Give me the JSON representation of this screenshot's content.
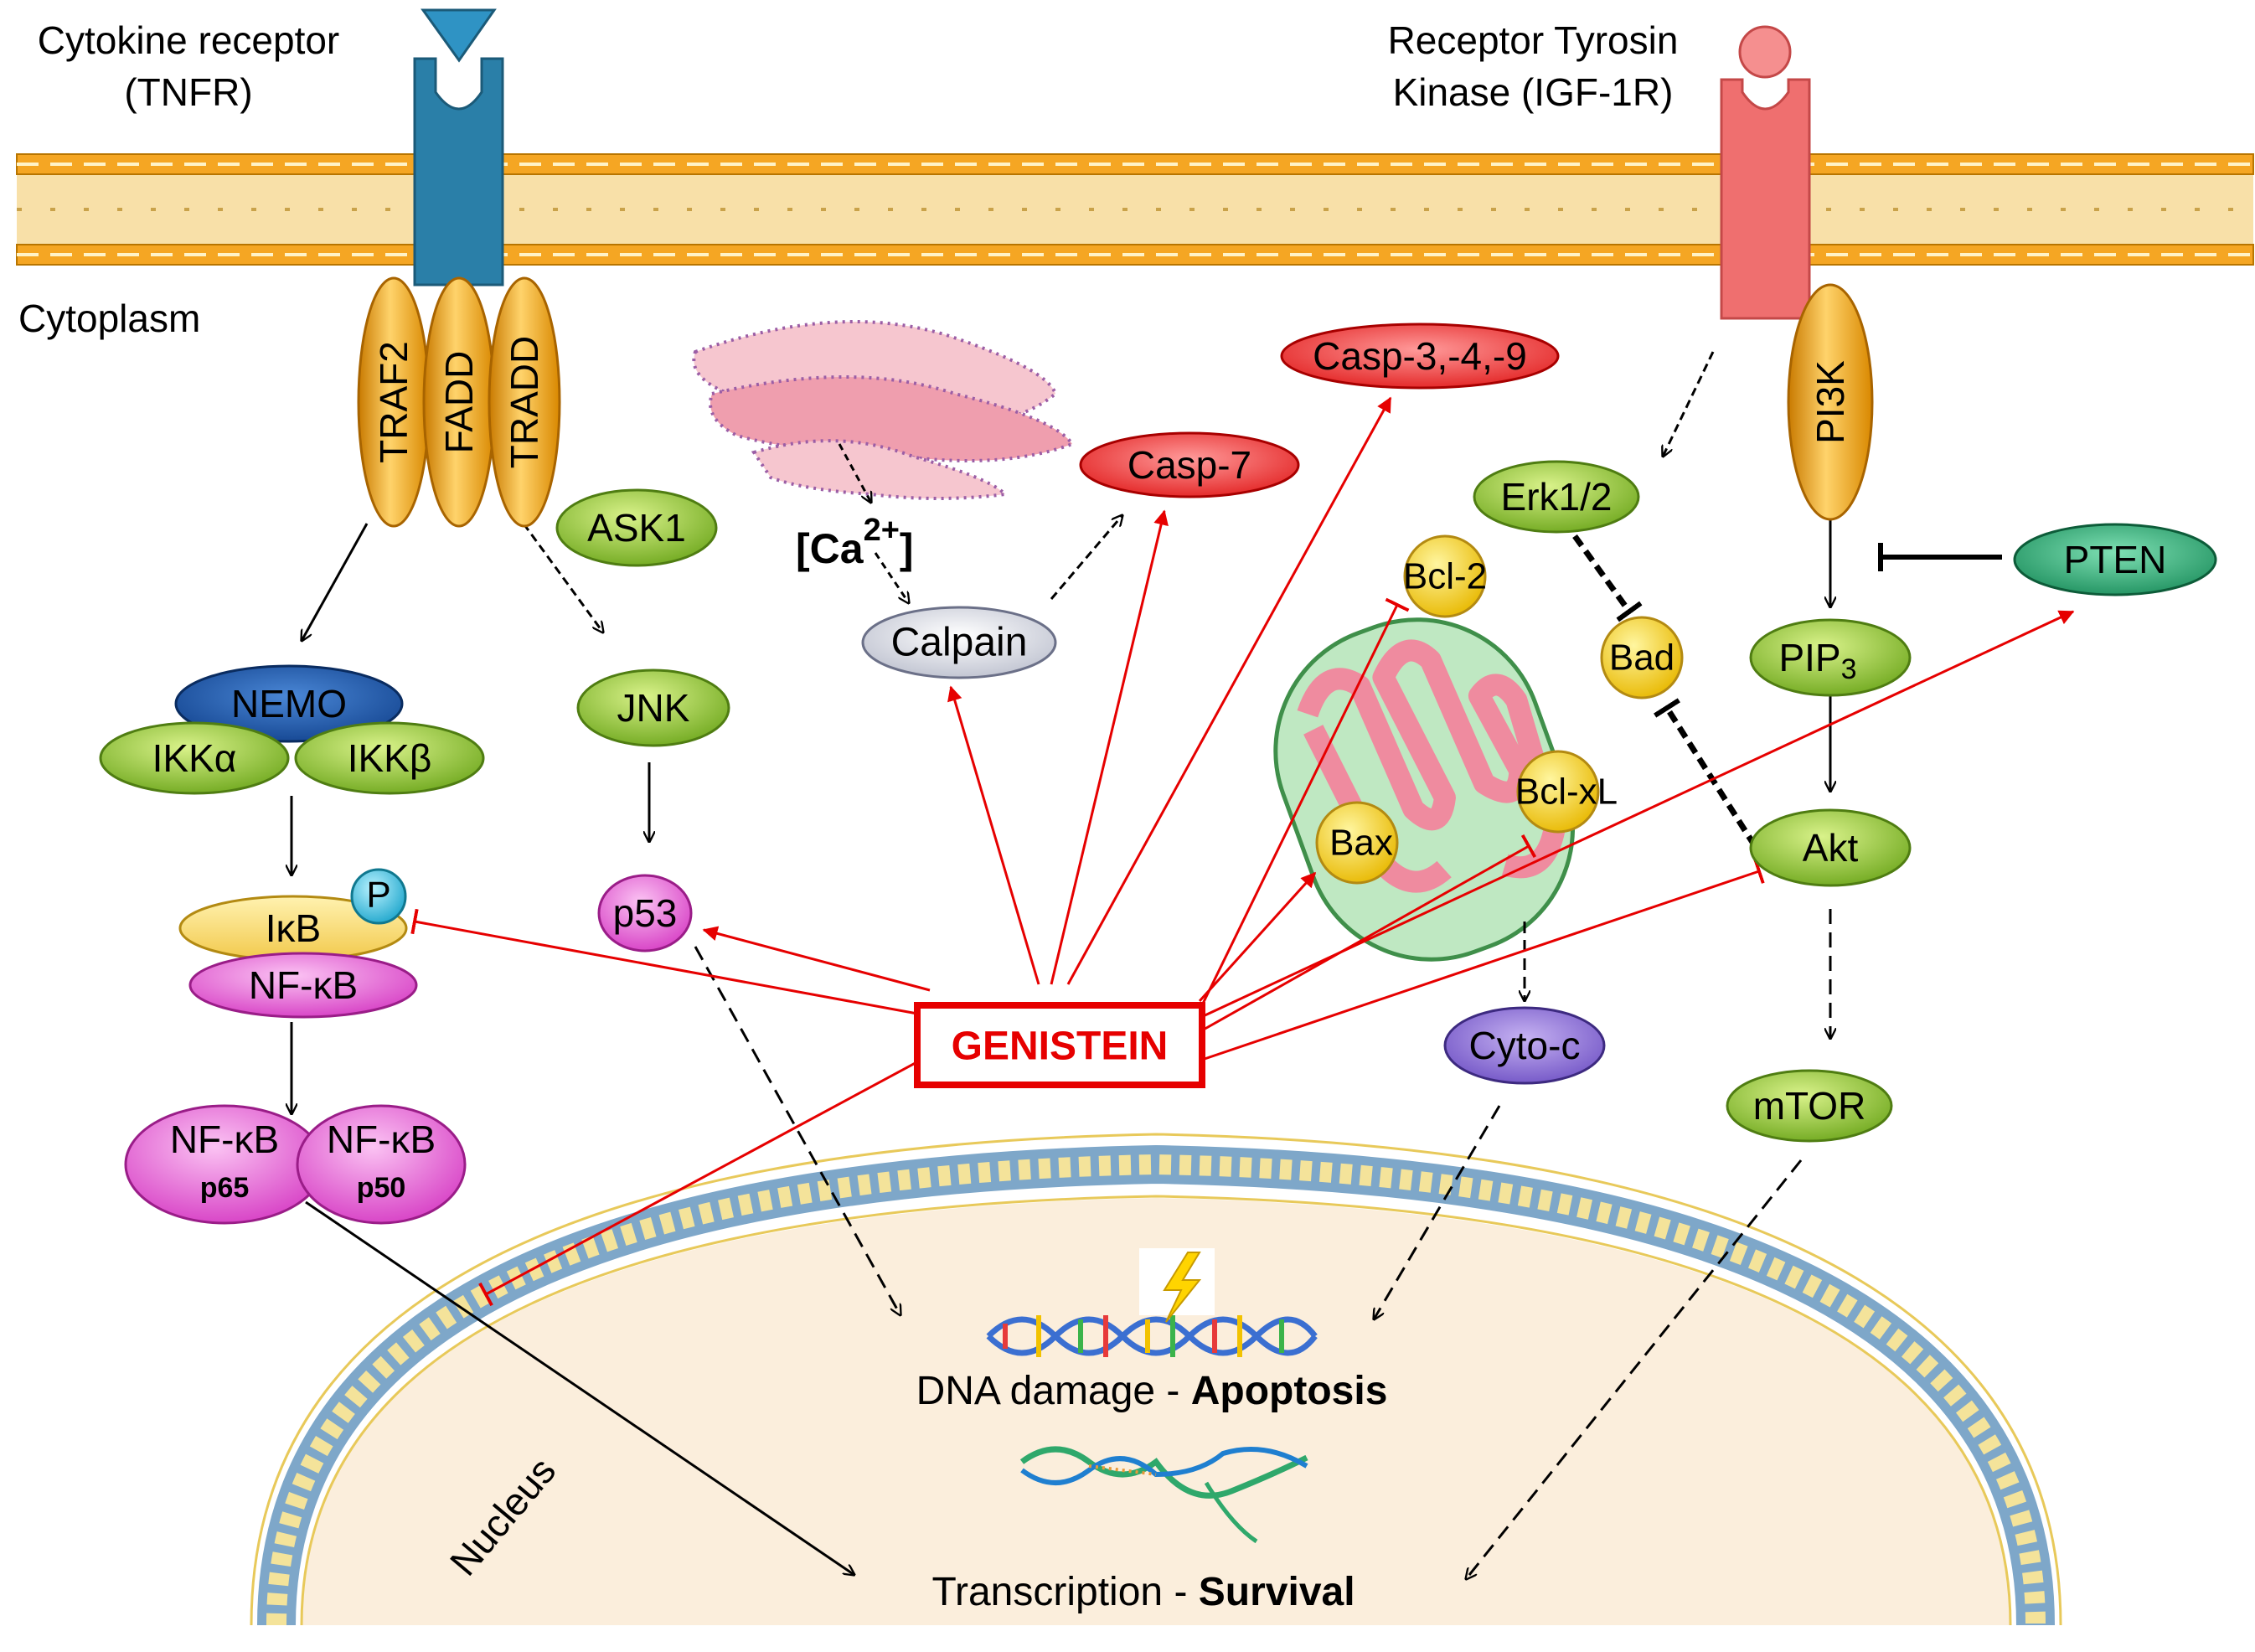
{
  "labels": {
    "cytokine_receptor_line1": "Cytokine receptor",
    "cytokine_receptor_line2": "(TNFR)",
    "rtk_line1": "Receptor Tyrosin",
    "rtk_line2": "Kinase (IGF-1R)",
    "cytoplasm": "Cytoplasm",
    "nucleus": "Nucleus",
    "dna_damage": "DNA damage - ",
    "apoptosis": "Apoptosis",
    "transcription": "Transcription - ",
    "survival": "Survival",
    "genistein": "GENISTEIN"
  },
  "proteins": {
    "traf2": "TRAF2",
    "fadd": "FADD",
    "tradd": "TRADD",
    "ask1": "ASK1",
    "nemo": "NEMO",
    "ikka": "IKKα",
    "ikkb": "IKKβ",
    "jnk": "JNK",
    "ikb": "IκB",
    "p": "P",
    "nfkb": "NF-κB",
    "nfkb_left": "NF-κB",
    "p65": "p65",
    "nfkb_right": "NF-κB",
    "p50": "p50",
    "p53": "p53",
    "ca_open": "[Ca",
    "ca_sup": "2+",
    "ca_close": "]",
    "calpain": "Calpain",
    "casp7": "Casp-7",
    "casp349": "Casp-3,-4,-9",
    "bcl2": "Bcl-2",
    "bclxl": "Bcl-xL",
    "bax": "Bax",
    "cytoc": "Cyto-c",
    "erk": "Erk1/2",
    "bad": "Bad",
    "pi3k": "PI3K",
    "pten": "PTEN",
    "pip3": "PIP",
    "pip3_sub": "3",
    "akt": "Akt",
    "mtor": "mTOR"
  },
  "colors": {
    "genistein_red": "#e60000",
    "membrane_orange": "#f5a623",
    "tnfr_blue": "#2a7fa8",
    "igf1r_red": "#ef6f6f",
    "green_protein": "#8cc63f",
    "magenta_protein": "#e94fd6",
    "yellow_protein": "#ffd400",
    "nucleus_fill": "#fbeedc"
  }
}
